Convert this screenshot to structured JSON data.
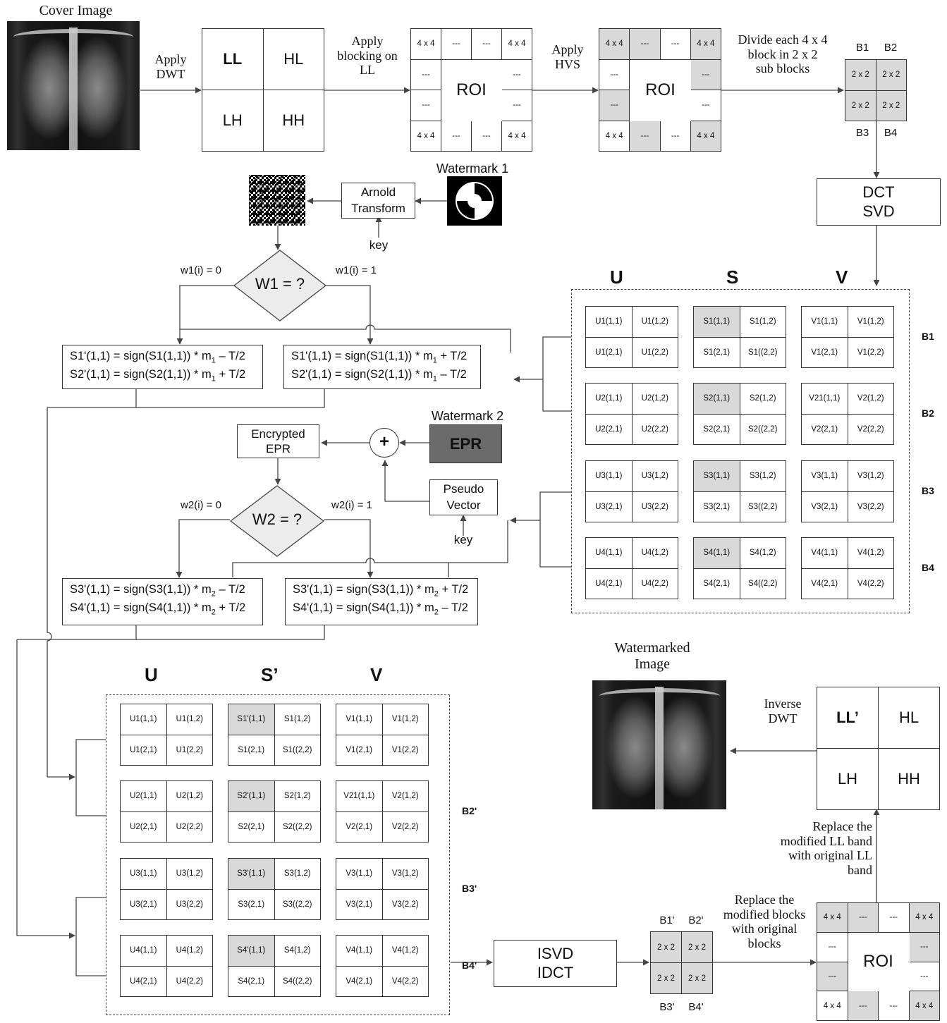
{
  "cover_image_label": "Cover Image",
  "steps": {
    "apply_dwt": [
      "Apply",
      "DWT"
    ],
    "apply_blocking": [
      "Apply",
      "blocking on",
      "LL"
    ],
    "apply_hvs": [
      "Apply",
      "HVS"
    ],
    "divide": [
      "Divide each 4 x 4",
      "block in 2 x 2",
      "sub blocks"
    ],
    "inverse_dwt": [
      "Inverse",
      "DWT"
    ],
    "replace_ll": [
      "Replace the",
      "modified LL band",
      "with original LL",
      "band"
    ],
    "replace_blocks": [
      "Replace the",
      "modified blocks",
      "with original",
      "blocks"
    ]
  },
  "dwt_bands": {
    "ll": "LL",
    "hl": "HL",
    "lh": "LH",
    "hh": "HH"
  },
  "dwt_bands_out": {
    "ll": "LL’",
    "hl": "HL",
    "lh": "LH",
    "hh": "HH"
  },
  "block_grid": {
    "roi": "ROI",
    "corner": "4 x 4",
    "dash": "---"
  },
  "subblocks_in": {
    "top": [
      "B1",
      "B2"
    ],
    "bottom": [
      "B3",
      "B4"
    ],
    "cell": "2 x 2"
  },
  "subblocks_out": {
    "top": [
      "B1'",
      "B2'"
    ],
    "bottom": [
      "B3'",
      "B4'"
    ],
    "cell": "2 x 2"
  },
  "dct_svd": [
    "DCT",
    "SVD"
  ],
  "isvd_idct": [
    "ISVD",
    "IDCT"
  ],
  "watermark1": {
    "label": "Watermark 1",
    "arnold": [
      "Arnold",
      "Transform"
    ],
    "key": "key"
  },
  "watermark2": {
    "label": "Watermark 2",
    "epr": "EPR",
    "encrypted": [
      "Encrypted",
      "EPR"
    ],
    "pseudo": [
      "Pseudo",
      "Vector"
    ],
    "plus": "+",
    "key": "key"
  },
  "decision1": {
    "label": "W1 = ?",
    "left": "w1(i) = 0",
    "right": "w1(i) = 1"
  },
  "decision2": {
    "label": "W2 = ?",
    "left": "w2(i) = 0",
    "right": "w2(i) = 1"
  },
  "formulas": {
    "f1_left": [
      "S1'(1,1) = sign(S1(1,1)) * m",
      "1",
      " – T/2",
      "S2'(1,1) = sign(S2(1,1)) * m",
      "1",
      " + T/2"
    ],
    "f1_right": [
      "S1'(1,1) = sign(S1(1,1)) * m",
      "1",
      " + T/2",
      "S2'(1,1) = sign(S2(1,1)) * m",
      "1",
      " – T/2"
    ],
    "f2_left": [
      "S3'(1,1) = sign(S3(1,1)) * m",
      "2",
      " – T/2",
      "S4'(1,1) = sign(S4(1,1)) * m",
      "2",
      " + T/2"
    ],
    "f2_right": [
      "S3'(1,1) = sign(S3(1,1)) * m",
      "2",
      " + T/2",
      "S4'(1,1) = sign(S4(1,1)) * m",
      "2",
      " – T/2"
    ]
  },
  "svd_top": {
    "headers": [
      "U",
      "S",
      "V"
    ],
    "row_labels": [
      "B1",
      "B2",
      "B3",
      "B4"
    ],
    "rows": [
      {
        "U": [
          "U1(1,1)",
          "U1(1,2)",
          "U1(2,1)",
          "U1(2,2)"
        ],
        "S": [
          "S1(1,1)",
          "S1(1,2)",
          "S1(2,1)",
          "S1((2,2)"
        ],
        "V": [
          "V1(1,1)",
          "V1(1,2)",
          "V1(2,1)",
          "V1(2,2)"
        ]
      },
      {
        "U": [
          "U2(1,1)",
          "U2(1,2)",
          "U2(2,1)",
          "U2(2,2)"
        ],
        "S": [
          "S2(1,1)",
          "S2(1,2)",
          "S2(2,1)",
          "S2((2,2)"
        ],
        "V": [
          "V21(1,1)",
          "V2(1,2)",
          "V2(2,1)",
          "V2(2,2)"
        ]
      },
      {
        "U": [
          "U3(1,1)",
          "U3(1,2)",
          "U3(2,1)",
          "U3(2,2)"
        ],
        "S": [
          "S3(1,1)",
          "S3(1,2)",
          "S3(2,1)",
          "S3((2,2)"
        ],
        "V": [
          "V3(1,1)",
          "V3(1,2)",
          "V3(2,1)",
          "V3(2,2)"
        ]
      },
      {
        "U": [
          "U4(1,1)",
          "U4(1,2)",
          "U4(2,1)",
          "U4(2,2)"
        ],
        "S": [
          "S4(1,1)",
          "S4(1,2)",
          "S4(2,1)",
          "S4((2,2)"
        ],
        "V": [
          "V4(1,1)",
          "V4(1,2)",
          "V4(2,1)",
          "V4(2,2)"
        ]
      }
    ]
  },
  "svd_bottom": {
    "headers": [
      "U",
      "S’",
      "V"
    ],
    "row_labels": [
      "",
      "B2'",
      "B3'",
      "B4'"
    ],
    "rows": [
      {
        "U": [
          "U1(1,1)",
          "U1(1,2)",
          "U1(2,1)",
          "U1(2,2)"
        ],
        "S": [
          "S1'(1,1)",
          "S1(1,2)",
          "S1(2,1)",
          "S1((2,2)"
        ],
        "V": [
          "V1(1,1)",
          "V1(1,2)",
          "V1(2,1)",
          "V1(2,2)"
        ]
      },
      {
        "U": [
          "U2(1,1)",
          "U2(1,2)",
          "U2(2,1)",
          "U2(2,2)"
        ],
        "S": [
          "S2'(1,1)",
          "S2(1,2)",
          "S2(2,1)",
          "S2((2,2)"
        ],
        "V": [
          "V21(1,1)",
          "V2(1,2)",
          "V2(2,1)",
          "V2(2,2)"
        ]
      },
      {
        "U": [
          "U3(1,1)",
          "U3(1,2)",
          "U3(2,1)",
          "U3(2,2)"
        ],
        "S": [
          "S3'(1,1)",
          "S3(1,2)",
          "S3(2,1)",
          "S3((2,2)"
        ],
        "V": [
          "V3(1,1)",
          "V3(1,2)",
          "V3(2,1)",
          "V3(2,2)"
        ]
      },
      {
        "U": [
          "U4(1,1)",
          "U4(1,2)",
          "U4(2,1)",
          "U4(2,2)"
        ],
        "S": [
          "S4'(1,1)",
          "S4(1,2)",
          "S4(2,1)",
          "S4((2,2)"
        ],
        "V": [
          "V4(1,1)",
          "V4(1,2)",
          "V4(2,1)",
          "V4(2,2)"
        ]
      }
    ]
  },
  "watermarked_label": [
    "Watermarked",
    "Image"
  ],
  "colors": {
    "shade": "#d9d9d9",
    "epr_fill": "#6b6b6b",
    "line": "#444444"
  }
}
